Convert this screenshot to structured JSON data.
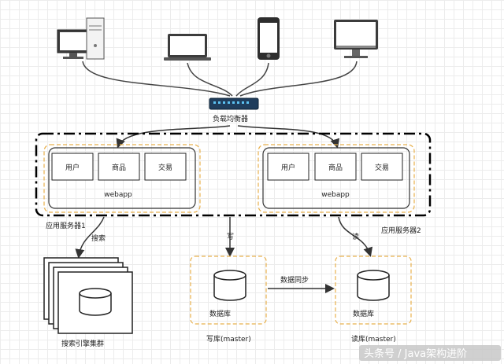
{
  "devices": [
    {
      "name": "desktop-tower-icon"
    },
    {
      "name": "laptop-icon"
    },
    {
      "name": "smartphone-icon"
    },
    {
      "name": "monitor-icon"
    }
  ],
  "load_balancer": {
    "label": "负载均衡器"
  },
  "app_server_1": {
    "label": "应用服务器1",
    "modules": [
      "用户",
      "商品",
      "交易"
    ],
    "app_label": "webapp"
  },
  "app_server_2": {
    "label": "应用服务器2",
    "modules": [
      "用户",
      "商品",
      "交易"
    ],
    "app_label": "webapp"
  },
  "edges": {
    "search": "搜索",
    "write": "写",
    "read": "读",
    "sync": "数据同步"
  },
  "search_cluster": {
    "label": "搜索引擎集群"
  },
  "write_db": {
    "db_label": "数据库",
    "caption": "写库(master)"
  },
  "read_db": {
    "db_label": "数据库",
    "caption": "读库(master)"
  },
  "watermark": "头条号 / Java架构进阶",
  "colors": {
    "dashed_orange": "#e8b04c",
    "server_border": "#000000",
    "box_bg": "#ffffff",
    "watermark_bg": "#c8c8c8"
  }
}
